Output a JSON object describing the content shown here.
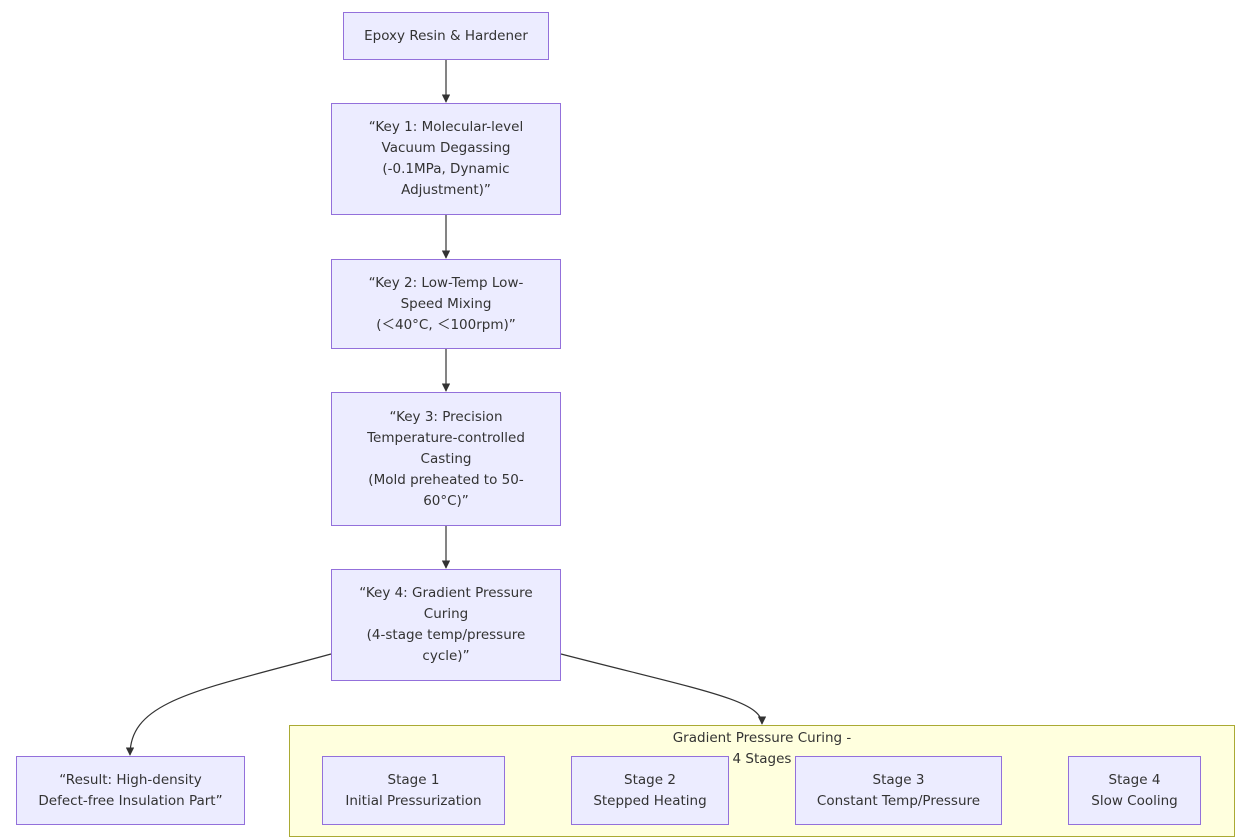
{
  "nodes": {
    "resin": "Epoxy Resin & Hardener",
    "key1": "“Key 1: Molecular-level\nVacuum Degassing\n(-0.1MPa, Dynamic\nAdjustment)”",
    "key2": "“Key 2: Low-Temp Low-\nSpeed Mixing\n(＜40°C, ＜100rpm)”",
    "key3": "“Key 3: Precision\nTemperature-controlled\nCasting\n(Mold preheated to 50-\n60°C)”",
    "key4": "“Key 4: Gradient Pressure\nCuring\n(4-stage temp/pressure\ncycle)”",
    "result": "“Result: High-density\nDefect-free Insulation Part”"
  },
  "subgraph": {
    "title": "Gradient Pressure Curing -\n4 Stages",
    "stages": [
      "Stage 1\nInitial Pressurization",
      "Stage 2\nStepped Heating",
      "Stage 3\nConstant Temp/Pressure",
      "Stage 4\nSlow Cooling"
    ]
  },
  "colors": {
    "node_fill": "#ececff",
    "node_border": "#9370db",
    "cluster_fill": "#ffffde",
    "cluster_border": "#aaaa33",
    "edge": "#333333"
  }
}
